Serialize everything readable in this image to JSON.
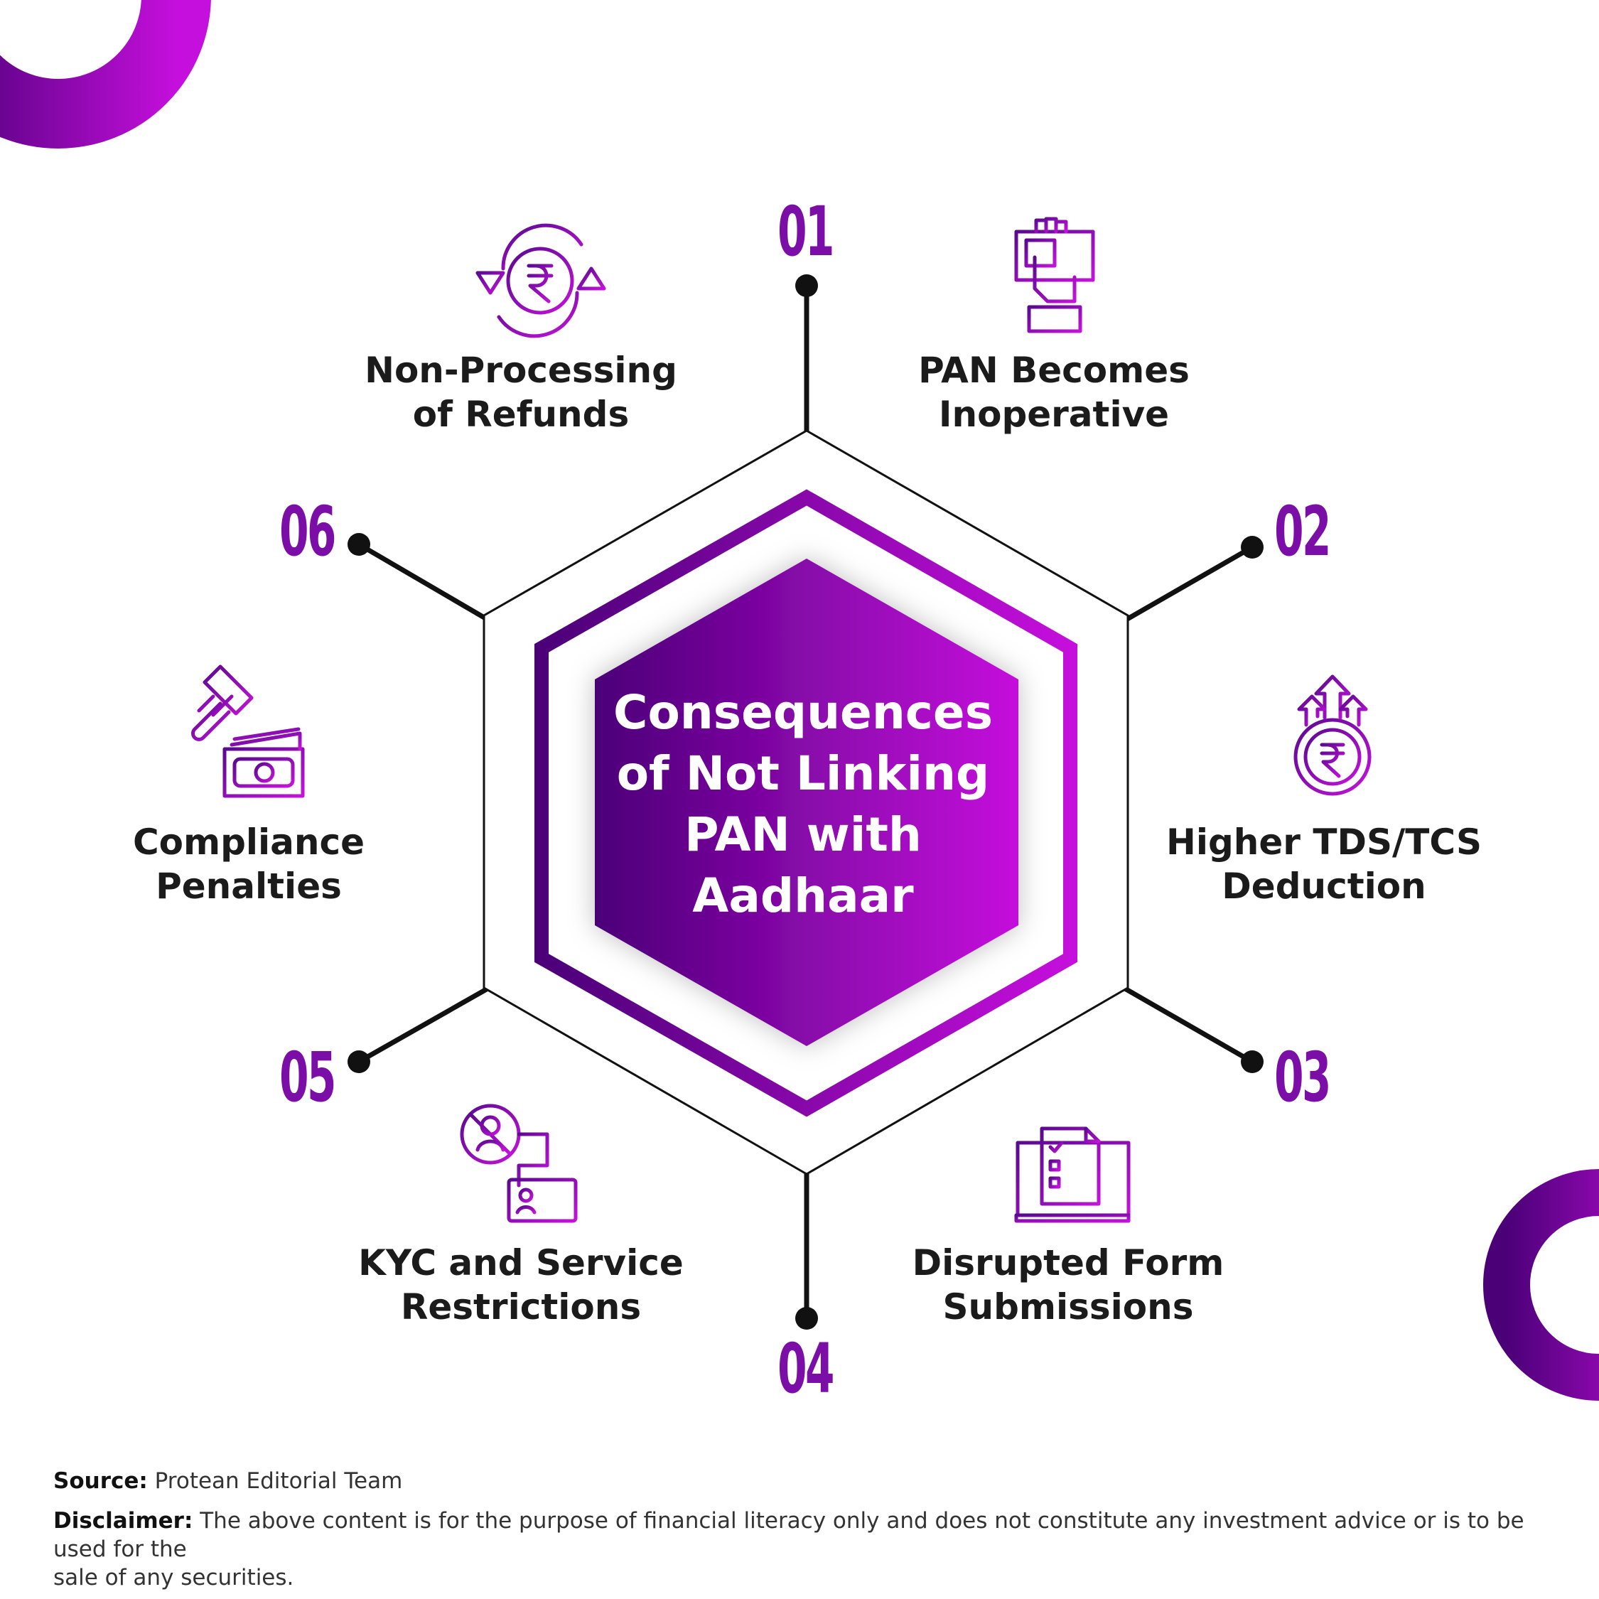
{
  "center": {
    "title_lines": [
      "Consequences",
      "of Not Linking",
      "PAN with",
      "Aadhaar"
    ]
  },
  "items": [
    {
      "number": "01",
      "label_lines": [
        "PAN Becomes",
        "Inoperative"
      ],
      "icon": "hand-document-icon"
    },
    {
      "number": "02",
      "label_lines": [
        "Higher TDS/TCS",
        "Deduction"
      ],
      "icon": "rupee-coin-up-arrows-icon"
    },
    {
      "number": "03",
      "label_lines": [
        "Disrupted Form",
        "Submissions"
      ],
      "icon": "form-checklist-icon"
    },
    {
      "number": "04",
      "label_lines": [
        "KYC and Service",
        "Restrictions"
      ],
      "icon": "blocked-id-card-icon"
    },
    {
      "number": "05",
      "label_lines": [
        "Compliance",
        "Penalties"
      ],
      "icon": "gavel-money-icon"
    },
    {
      "number": "06",
      "label_lines": [
        "Non-Processing",
        "of Refunds"
      ],
      "icon": "rupee-refund-cycle-icon"
    }
  ],
  "footer": {
    "source_label": "Source:",
    "source_text": "Protean Editorial Team",
    "disclaimer_label": "Disclaimer:",
    "disclaimer_line1": "The above content is for the purpose of financial literacy only and does not constitute any investment advice or is to be used for the",
    "disclaimer_line2": "sale of any securities."
  },
  "colors": {
    "purple_dark": "#4a0075",
    "purple_mid": "#8a0fb0",
    "magenta": "#c20fd9",
    "line": "#111111"
  }
}
